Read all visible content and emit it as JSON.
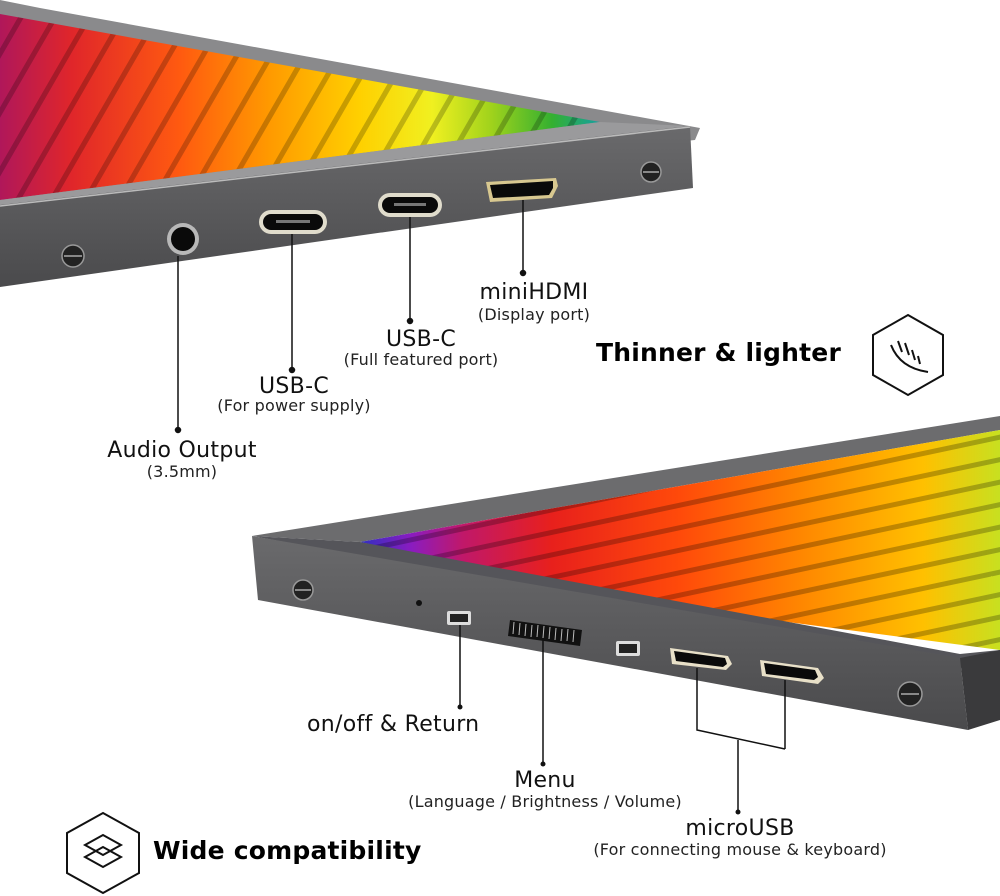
{
  "colors": {
    "background": "#ffffff",
    "frame": "#5a5a5c",
    "frame_dark": "#3a3a3c",
    "frame_light": "#7a7a7c",
    "port": "#111111",
    "port_rim": "#d8d2c0",
    "text": "#111111",
    "screen_colors": [
      "#c2185b",
      "#e53935",
      "#ff5722",
      "#ff9800",
      "#ffc107",
      "#ffeb3b",
      "#cddc39",
      "#8bc34a",
      "#4caf50",
      "#26a69a"
    ]
  },
  "top_device": {
    "ports": [
      {
        "id": "audio",
        "icon": "audio-jack-icon",
        "label": "Audio Output",
        "sub": "(3.5mm)"
      },
      {
        "id": "usbc_power",
        "icon": "usb-c-port-icon",
        "label": "USB-C",
        "sub": "(For power supply)"
      },
      {
        "id": "usbc_full",
        "icon": "usb-c-port-icon",
        "label": "USB-C",
        "sub": "(Full featured port)"
      },
      {
        "id": "minihdmi",
        "icon": "mini-hdmi-port-icon",
        "label": "miniHDMI",
        "sub": "(Display port)"
      }
    ]
  },
  "bottom_device": {
    "controls": [
      {
        "id": "power",
        "icon": "power-switch-icon",
        "label": "on/off & Return",
        "sub": ""
      },
      {
        "id": "menu",
        "icon": "menu-wheel-icon",
        "label": "Menu",
        "sub": "(Language / Brightness / Volume)"
      },
      {
        "id": "microusb",
        "icon": "micro-usb-port-icon",
        "label": "microUSB",
        "sub": "(For connecting mouse & keyboard)"
      }
    ]
  },
  "features": [
    {
      "id": "thin",
      "icon": "feather-hexagon-icon",
      "label": "Thinner & lighter"
    },
    {
      "id": "compat",
      "icon": "layers-hexagon-icon",
      "label": "Wide compatibility"
    }
  ]
}
